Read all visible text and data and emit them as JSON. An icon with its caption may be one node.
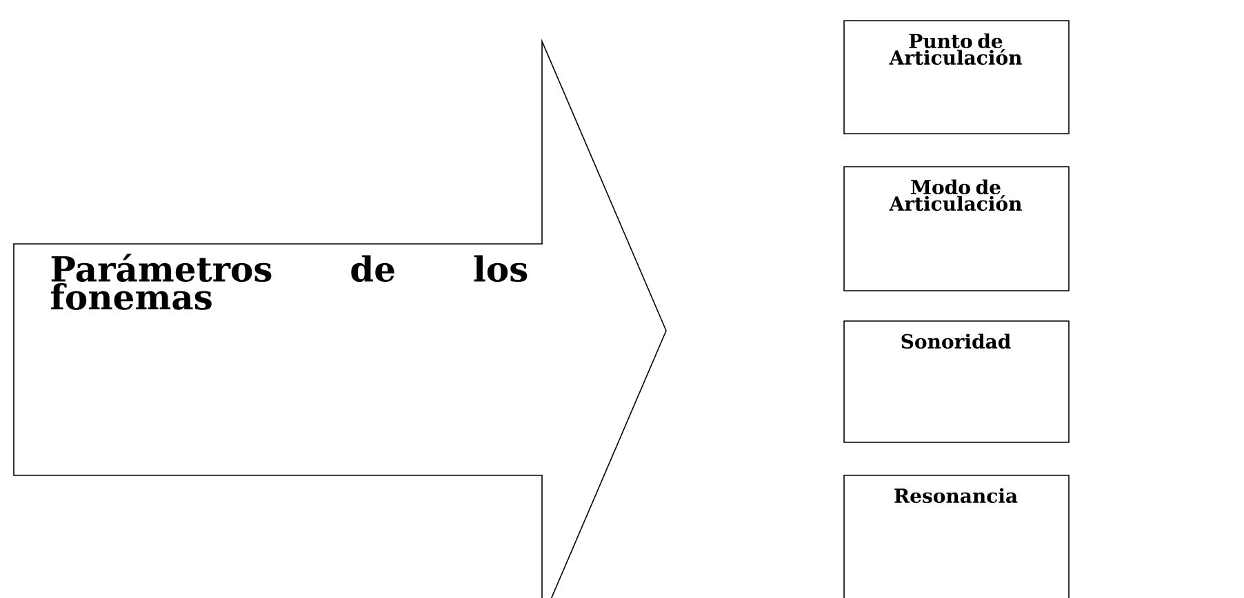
{
  "diagram": {
    "nodes": [
      {
        "text": [
          "Parámetros de los fonemas"
        ]
      },
      {
        "text": [
          "Punto de Articulación"
        ]
      },
      {
        "text": [
          "Modo de Articulación"
        ]
      },
      {
        "text": [
          "Sonoridad"
        ]
      },
      {
        "text": [
          "Resonancia"
        ]
      }
    ]
  }
}
